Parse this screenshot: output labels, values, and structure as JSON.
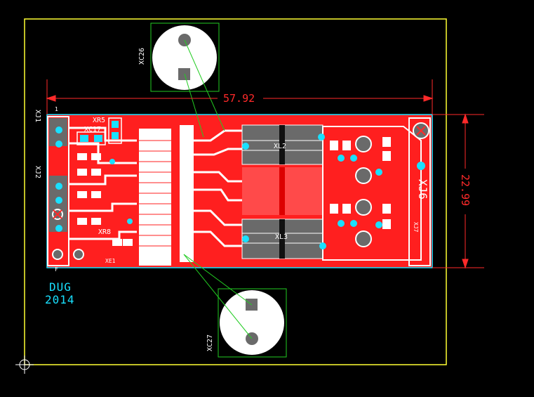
{
  "colors": {
    "background": "#000000",
    "board_outline": "#ffff33",
    "copper_top": "#ff1f1f",
    "silkscreen": "#ffffff",
    "highlight": "#19e0ff",
    "dimension": "#ff2a2a",
    "ratsnest": "#22cc22",
    "pad_gray": "#6a6a6a"
  },
  "dimensions": {
    "width": "57.92",
    "height": "22.99"
  },
  "credit": {
    "line1": "DUG",
    "line2": "2014"
  },
  "labels": {
    "xc26": "XC26",
    "xc27": "XC27",
    "xj1": "XJ1",
    "xj2": "XJ2",
    "xl2": "XL2",
    "xl3": "XL3",
    "xj6": "XJ6",
    "xr5": "XR5",
    "xr8": "XR8",
    "xc17": "XC17",
    "xj7": "XJ7",
    "xe1": "XE1",
    "pin1": "1",
    "pin_f": "F"
  }
}
